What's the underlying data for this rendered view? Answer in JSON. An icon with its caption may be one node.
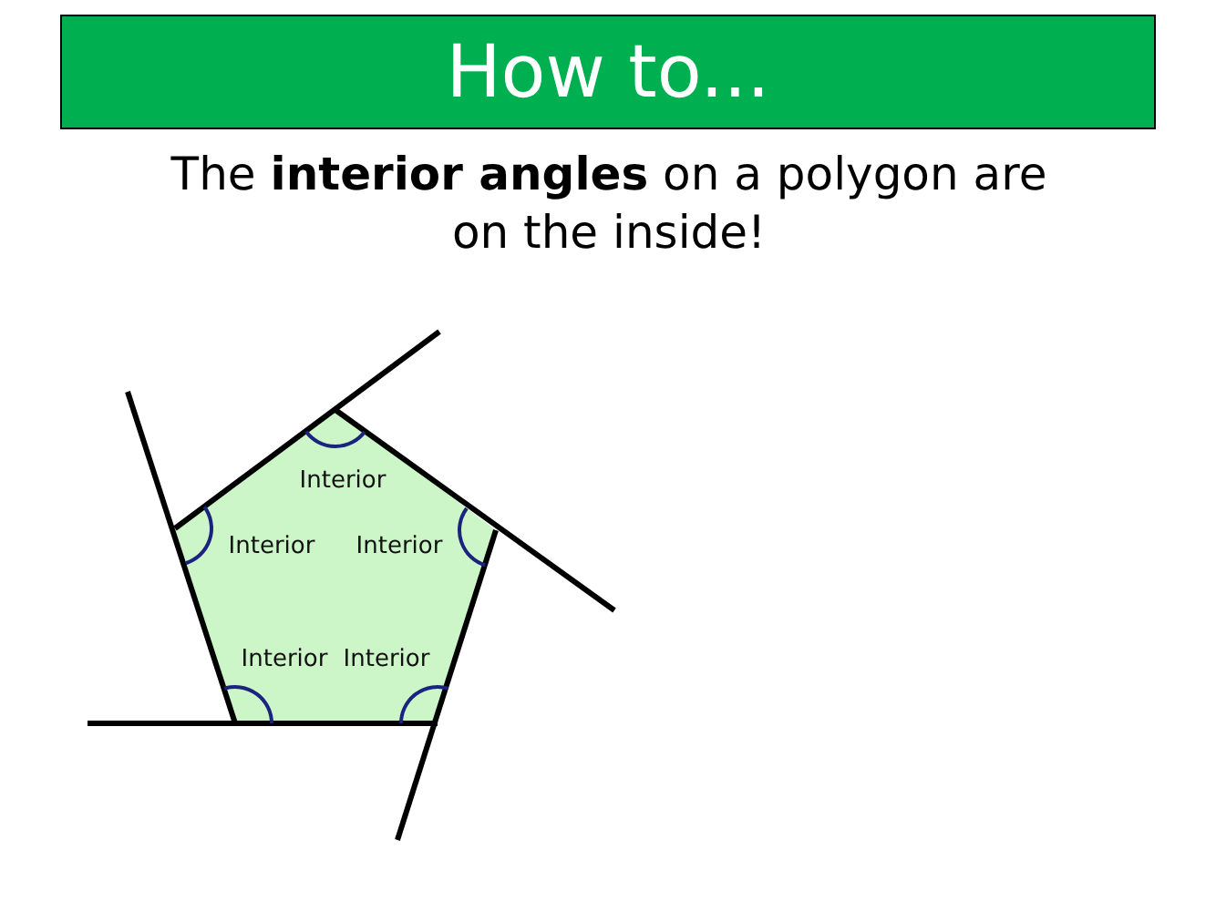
{
  "diagram": {
    "nodes": [
      {
        "text": [
          "How to..."
        ]
      }
    ],
    "labels": [
      "The **interior angles** on a polygon are on the inside!",
      "Interior",
      "Interior",
      "Interior",
      "Interior",
      "Interior"
    ]
  }
}
